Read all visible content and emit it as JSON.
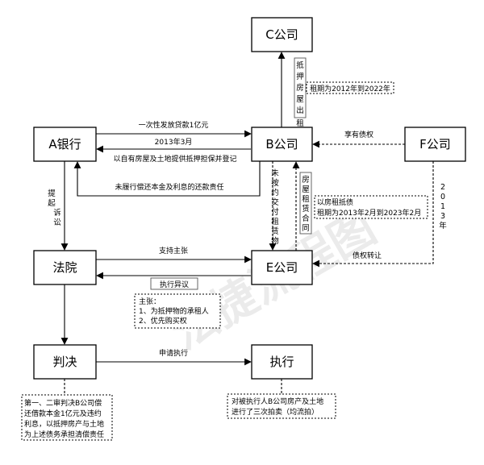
{
  "nodes": {
    "c_company": "C公司",
    "a_bank": "A银行",
    "b_company": "B公司",
    "f_company": "F公司",
    "court": "法院",
    "e_company": "E公司",
    "judgment": "判决",
    "execution": "执行"
  },
  "edges": {
    "loan_label": "一次性发放贷款1亿元",
    "date_label": "2013年3月",
    "mortgage_label": "以自有房屋及土地提供抵押担保并登记",
    "unpaid_label": "未履行偿还本金及利息的还款责任",
    "lawsuit_label": "提起诉讼",
    "mortgaged_lease_label": "抵押房屋出租",
    "creditor_label": "享有债权",
    "not_delivered_label": "未按约交付租赁物",
    "lease_contract_label": "房屋租赁合同",
    "year_label": "2013年",
    "support_claim_label": "支持主张",
    "execution_objection_label": "执行异议",
    "debt_transfer_label": "债权转让",
    "apply_execution_label": "申请执行"
  },
  "notes": {
    "c_lease_term": "租期为2012年到2022年",
    "f_lease_line1": "以房租抵债",
    "f_lease_line2": "租期为2013年2月到2023年2月",
    "claims_title": "主张：",
    "claims_1": "1、为抵押物的承租人",
    "claims_2": "2、优先购买权",
    "judgment_line1": "第一、二审判决B公司偿",
    "judgment_line2": "还借款本金1亿元及违约",
    "judgment_line3": "利息，以抵押房产与土地",
    "judgment_line4": "为上述债务承担清偿责任",
    "execution_line1": "对被执行人B公司房产及土地",
    "execution_line2": "进行了三次拍卖（均流拍）"
  }
}
